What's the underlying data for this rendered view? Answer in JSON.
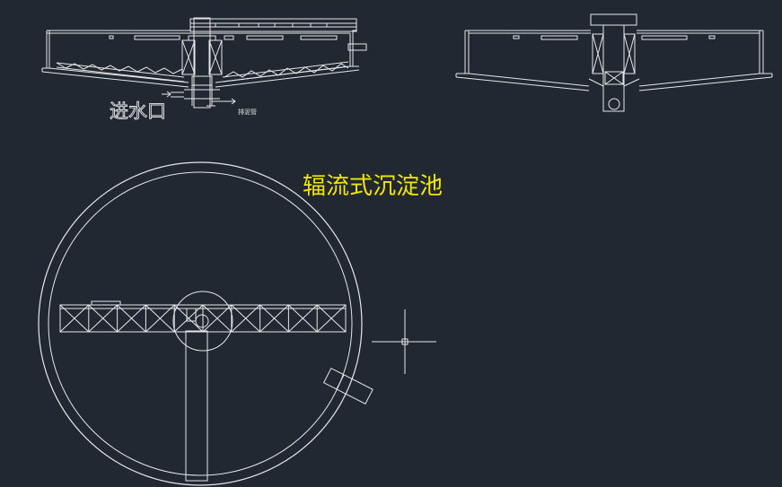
{
  "drawing": {
    "title": "辐流式沉淀池",
    "inlet_label": "进水口",
    "outlet_label": "排泥管"
  },
  "colors": {
    "background": "#222831",
    "linework": "#e6e6e6",
    "title": "#f2e600"
  }
}
